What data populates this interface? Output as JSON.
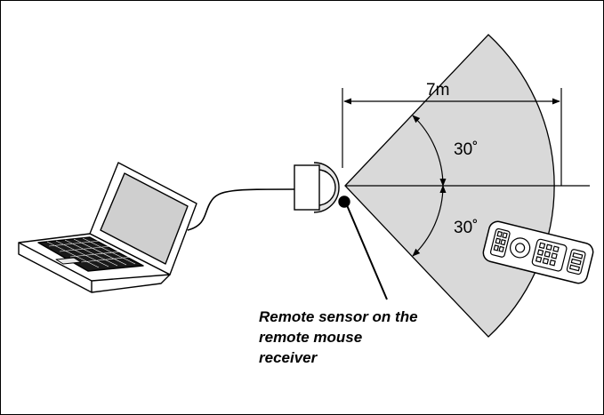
{
  "diagram": {
    "distance_label": "7m",
    "angle_upper_label": "30˚",
    "angle_lower_label": "30˚",
    "caption_lines": [
      "Remote sensor on the",
      "remote mouse",
      "receiver"
    ]
  },
  "colors": {
    "coverage_fill": "#d9d9d9",
    "line": "#000000",
    "background": "#ffffff"
  },
  "icons": {
    "laptop": "laptop-icon",
    "receiver": "remote-mouse-receiver-icon",
    "remote": "remote-control-icon"
  }
}
